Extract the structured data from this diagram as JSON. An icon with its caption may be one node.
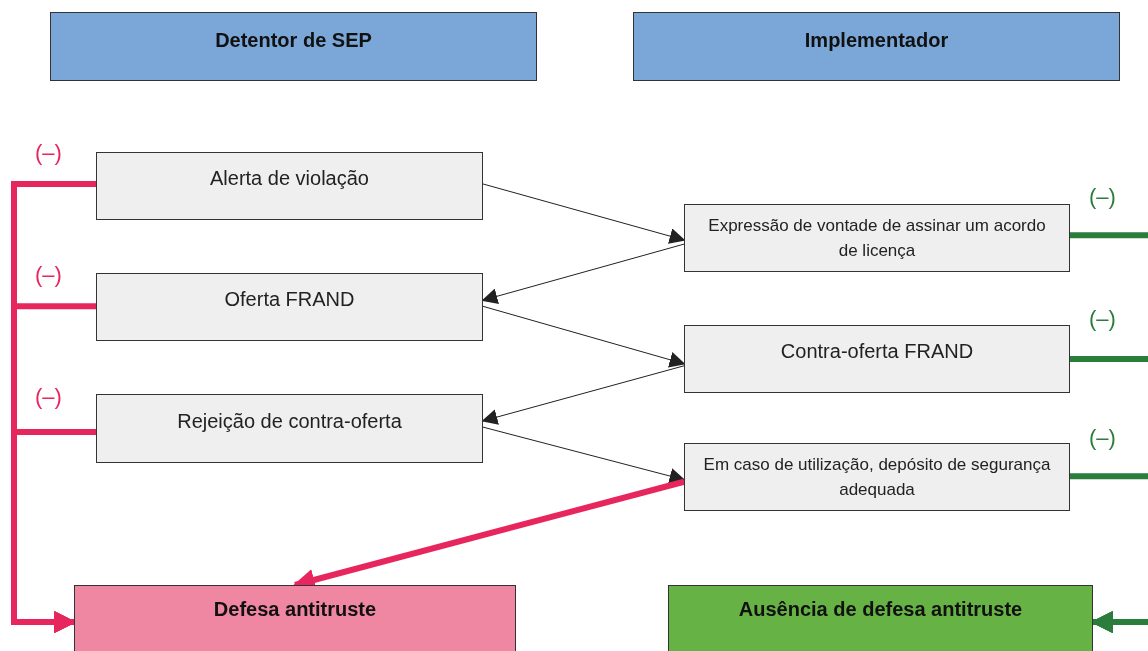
{
  "diagram": {
    "nodes": [
      {
        "text": [
          "Detentor de SEP"
        ]
      },
      {
        "text": [
          "Implementador"
        ]
      },
      {
        "text": [
          "Alerta de violação"
        ]
      },
      {
        "text": [
          "Expressão de vontade de assinar um acordo de licença"
        ]
      },
      {
        "text": [
          "Oferta FRAND"
        ]
      },
      {
        "text": [
          "Contra-oferta FRAND"
        ]
      },
      {
        "text": [
          "Rejeição de contra-oferta"
        ]
      },
      {
        "text": [
          "Em caso de utilização, depósito de segurança adequada"
        ]
      },
      {
        "text": [
          "Defesa antitruste"
        ]
      },
      {
        "text": [
          "Ausência de defesa antitruste"
        ]
      }
    ],
    "edges": [
      {
        "from": 2,
        "to": 3,
        "arrow": "to",
        "color": "#222222"
      },
      {
        "from": 3,
        "to": 4,
        "arrow": "to",
        "color": "#222222"
      },
      {
        "from": 4,
        "to": 5,
        "arrow": "to",
        "color": "#222222"
      },
      {
        "from": 5,
        "to": 6,
        "arrow": "to",
        "color": "#222222"
      },
      {
        "from": 6,
        "to": 7,
        "arrow": "to",
        "color": "#222222"
      },
      {
        "from": 7,
        "to": 8,
        "arrow": "to",
        "color": "#e8265e"
      },
      {
        "from": 2,
        "to": 8,
        "arrow": "to",
        "label": "(–)",
        "color": "#e8265e"
      },
      {
        "from": 4,
        "to": 8,
        "arrow": "to",
        "label": "(–)",
        "color": "#e8265e"
      },
      {
        "from": 6,
        "to": 8,
        "arrow": "to",
        "label": "(–)",
        "color": "#e8265e"
      },
      {
        "from": 3,
        "to": 9,
        "arrow": "to",
        "label": "(–)",
        "color": "#2a7d3a"
      },
      {
        "from": 5,
        "to": 9,
        "arrow": "to",
        "label": "(–)",
        "color": "#2a7d3a"
      },
      {
        "from": 7,
        "to": 9,
        "arrow": "to",
        "label": "(–)",
        "color": "#2a7d3a"
      }
    ]
  }
}
